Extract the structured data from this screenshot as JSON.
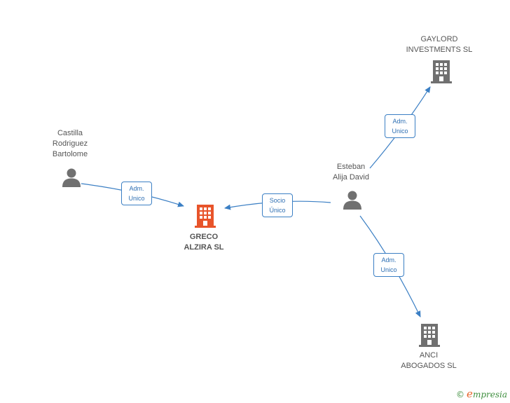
{
  "colors": {
    "edge": "#3b7fc4",
    "person": "#707070",
    "company": "#707070",
    "focus_company": "#e8542a"
  },
  "nodes": {
    "castilla": {
      "type": "person",
      "label_lines": [
        "Castilla",
        "Rodriguez",
        "Bartolome"
      ]
    },
    "esteban": {
      "type": "person",
      "label_lines": [
        "Esteban",
        "Alija David"
      ]
    },
    "greco": {
      "type": "company",
      "focus": true,
      "label_lines": [
        "GRECO",
        "ALZIRA SL"
      ]
    },
    "gaylord": {
      "type": "company",
      "label_lines": [
        "GAYLORD",
        "INVESTMENTS SL"
      ]
    },
    "anci": {
      "type": "company",
      "label_lines": [
        "ANCI",
        "ABOGADOS SL"
      ]
    }
  },
  "edges": {
    "castilla_greco": {
      "role_lines": [
        "Adm.",
        "Unico"
      ]
    },
    "esteban_greco": {
      "role_lines": [
        "Socio",
        "Único"
      ]
    },
    "esteban_gaylord": {
      "role_lines": [
        "Adm.",
        "Unico"
      ]
    },
    "esteban_anci": {
      "role_lines": [
        "Adm.",
        "Unico"
      ]
    }
  },
  "footer": {
    "copyright_symbol": "©",
    "brand_initial": "e",
    "brand_rest": "mpresia"
  }
}
